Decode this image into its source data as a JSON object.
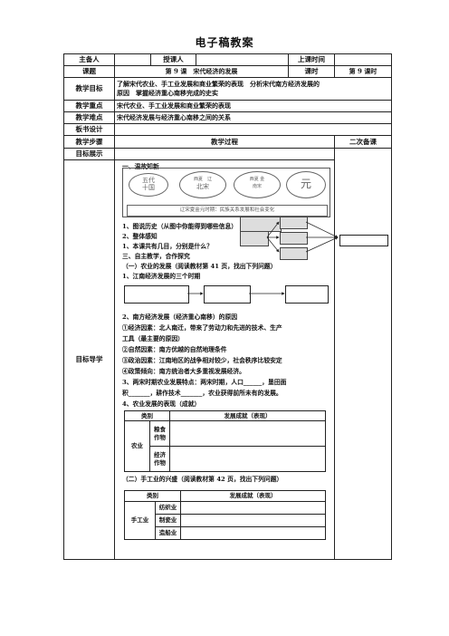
{
  "doc_title": "电子稿教案",
  "header": {
    "preparer_label": "主备人",
    "teacher_label": "授课人",
    "class_time_label": "上课时间",
    "topic_label": "课题",
    "topic": "第 9 课　宋代经济的发展",
    "hours_label": "课时",
    "hours": "第 9 课时"
  },
  "objectives_label": "教学目标",
  "objectives": [
    "了解宋代农业、手工业发展和商业繁荣的表现　分析宋代南方经济发展的",
    "原因　掌握经济重心南移完成的史实"
  ],
  "key_label": "教学重点",
  "key_text": "宋代农业、手工业发展和商业繁荣的表现",
  "difficult_label": "教学难点",
  "difficult_text": "宋代经济发展与经济重心南移之间的关系",
  "board_label": "板书设计",
  "steps_label": "教学步骤",
  "process_label": "教学过程",
  "second_label": "二次备课",
  "display_label": "目标展示",
  "guide_label": "目标导学",
  "diagram": {
    "ovals": [
      {
        "top": "五代",
        "bottom": "十国"
      },
      {
        "top": "西夏　辽",
        "bottom": "北宋"
      },
      {
        "top": "西夏 金",
        "bottom": "南宋"
      },
      {
        "top": "元",
        "bottom": ""
      }
    ],
    "caption": "辽宋夏金元时期：民族关系发展和社会变化"
  },
  "lines": {
    "l1": "一、温故知新",
    "l2": "1、图说历史（从图中你能得到哪些信息）",
    "l3": "2、整体感知",
    "l4": "1、本课共有几目，分别是什么？",
    "l5": "三、自主教学，合作探究",
    "l6": "（一）农业的发展（阅读教材第 41 页，找出下列问题）",
    "l7": "1、江南经济发展的三个时期",
    "l8": "2、南方经济发展（经济重心南移）的原因",
    "l9": "①经济因素：北人南迁，带来了劳动力和先进的技术、生产",
    "l10": "工具（最主要的原因）",
    "l11": "②自然因素：南方优越的自然地理条件",
    "l12": "③政治因素：江南地区的战争相对较少，社会秩序比较安定",
    "l13": "④政策倾向：南方统治者大多重视发展经济。",
    "l14": "3、两宋时期农业发展特点：两宋时期，人口______，垦田面",
    "l15": "积_______，耕作技术_______，农业获得前所未有的发展。",
    "l16": "4、农业发展的表现（成就）",
    "l17": "（二）手工业的兴盛（阅读教材第 42 页，找出下列问题）"
  },
  "agri_table": {
    "h1": "类别",
    "h2": "发展成就（表现）",
    "category": "农业",
    "r1": "粮食作物",
    "r2": "经济作物"
  },
  "craft_table": {
    "h1": "类别",
    "h2": "发展成就（表现）",
    "category": "手工业",
    "r1": "纺织业",
    "r2": "制瓷业",
    "r3": "造船业"
  }
}
